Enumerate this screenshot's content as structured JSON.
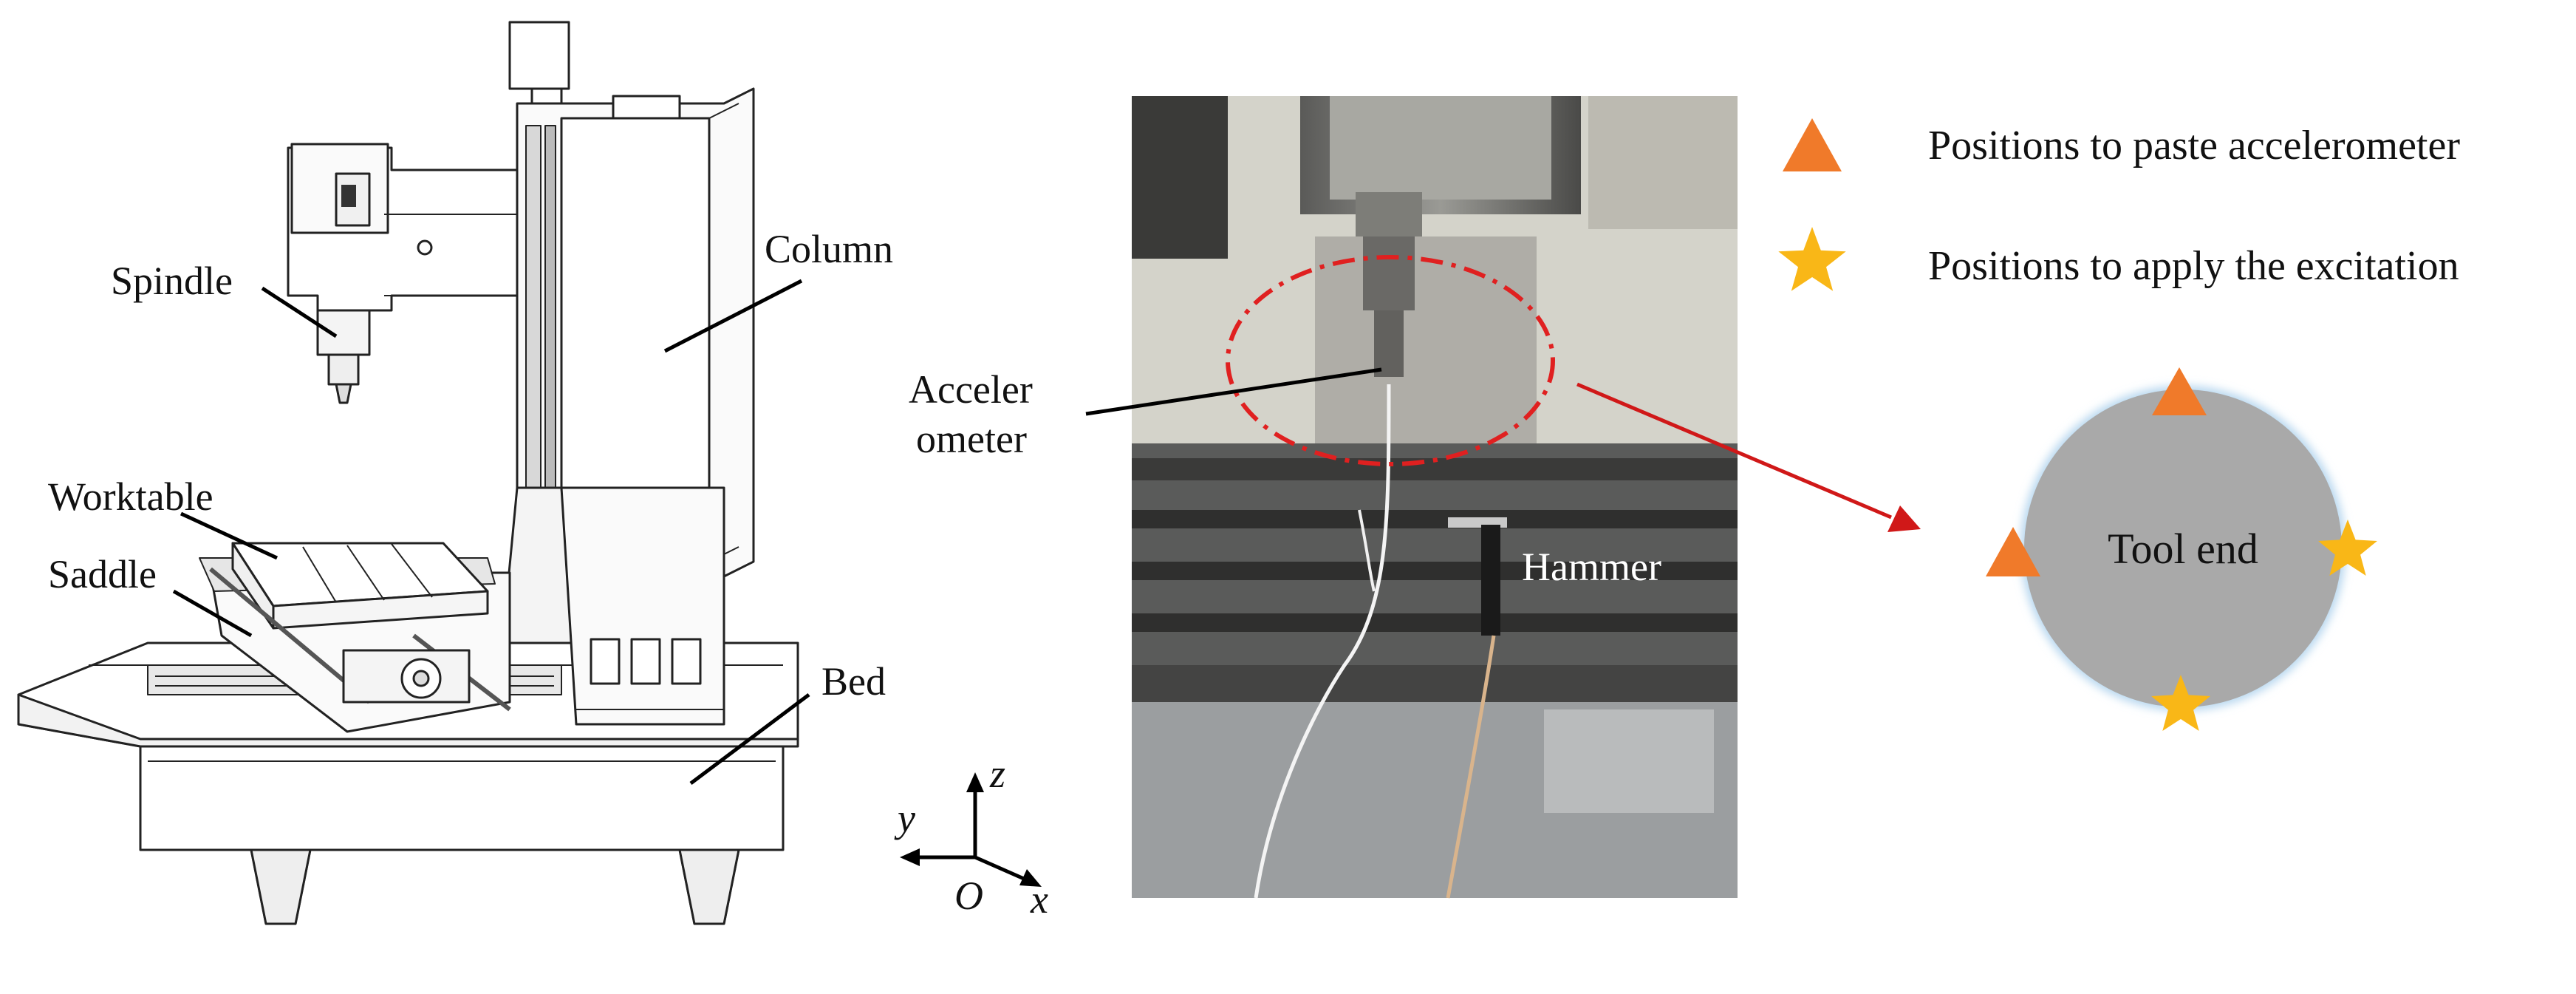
{
  "machine": {
    "labels": {
      "spindle": "Spindle",
      "column": "Column",
      "worktable": "Worktable",
      "saddle": "Saddle",
      "bed": "Bed"
    }
  },
  "axes": {
    "z": "z",
    "y": "y",
    "x": "x",
    "origin": "O"
  },
  "photo": {
    "accelerometer_line1": "Acceler",
    "accelerometer_line2": "ometer",
    "hammer": "Hammer"
  },
  "legend": {
    "triangle_label": "Positions to paste accelerometer",
    "star_label": "Positions to apply the excitation",
    "triangle_color": "#f07a2a",
    "star_color": "#f9b717"
  },
  "tool": {
    "label": "Tool end",
    "circle_color": "#a9a9a9",
    "highlight_color": "#e02020"
  }
}
